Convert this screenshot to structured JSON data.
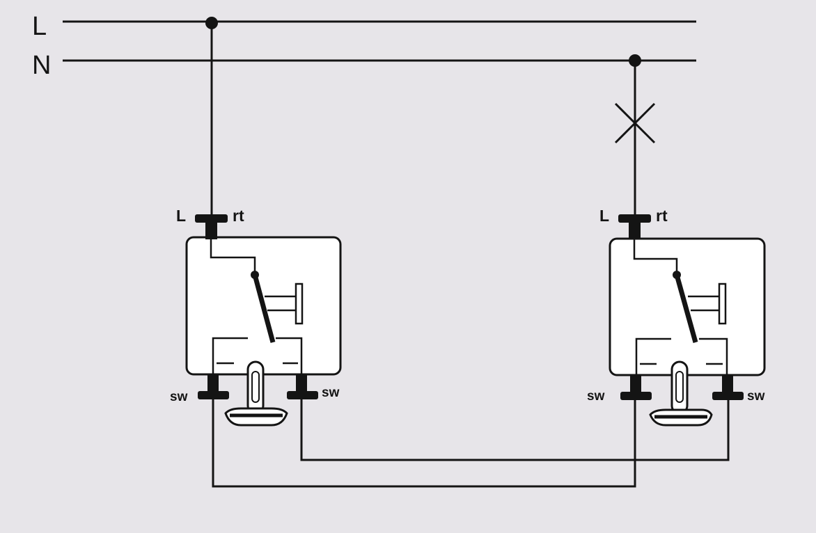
{
  "rails": {
    "line": "L",
    "neutral": "N"
  },
  "switch_left": {
    "terminal_in_left": "L",
    "terminal_in_right": "rt",
    "terminal_out_left": "sw",
    "terminal_out_right": "sw"
  },
  "switch_right": {
    "terminal_in_left": "L",
    "terminal_in_right": "rt",
    "terminal_out_left": "sw",
    "terminal_out_right": "sw"
  },
  "colors": {
    "background": "#e7e5e9",
    "ink": "#141414",
    "body": "#ffffff"
  }
}
